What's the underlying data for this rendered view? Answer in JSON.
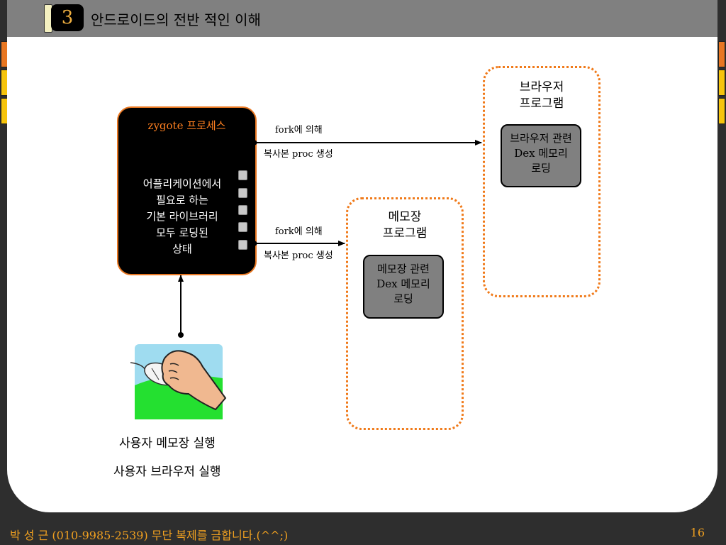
{
  "header": {
    "slide_number": "3",
    "title": "안드로이드의 전반 적인 이해"
  },
  "diagram": {
    "zygote": {
      "title": "zygote 프로세스",
      "description": "어플리케이션에서\n필요로 하는\n기본 라이브러리\n모두 로딩된\n상태"
    },
    "arrows": [
      {
        "top_label": "fork에 의해",
        "bottom_label": "복사본 proc 생성"
      },
      {
        "top_label": "fork에 의해",
        "bottom_label": "복사본 proc 생성"
      }
    ],
    "browser": {
      "title": "브라우저\n프로그램",
      "sub": "브라우저 관련\nDex 메모리\n로딩"
    },
    "memo": {
      "title": "메모장\n프로그램",
      "sub": "메모장 관련\nDex 메모리\n로딩"
    },
    "captions": [
      "사용자 메모장 실행",
      "사용자 브라우저 실행"
    ]
  },
  "footer": {
    "copyright": "박 성 근 (010-9985-2539)  무단 복제를 금합니다.(^^;)",
    "page": "16"
  },
  "colors": {
    "accent_orange": "#e87722",
    "header_gray": "#808080",
    "frame_dark": "#2e2e2e",
    "box_gray": "#808080"
  },
  "icons": [
    "mouse-hand-clipart"
  ]
}
